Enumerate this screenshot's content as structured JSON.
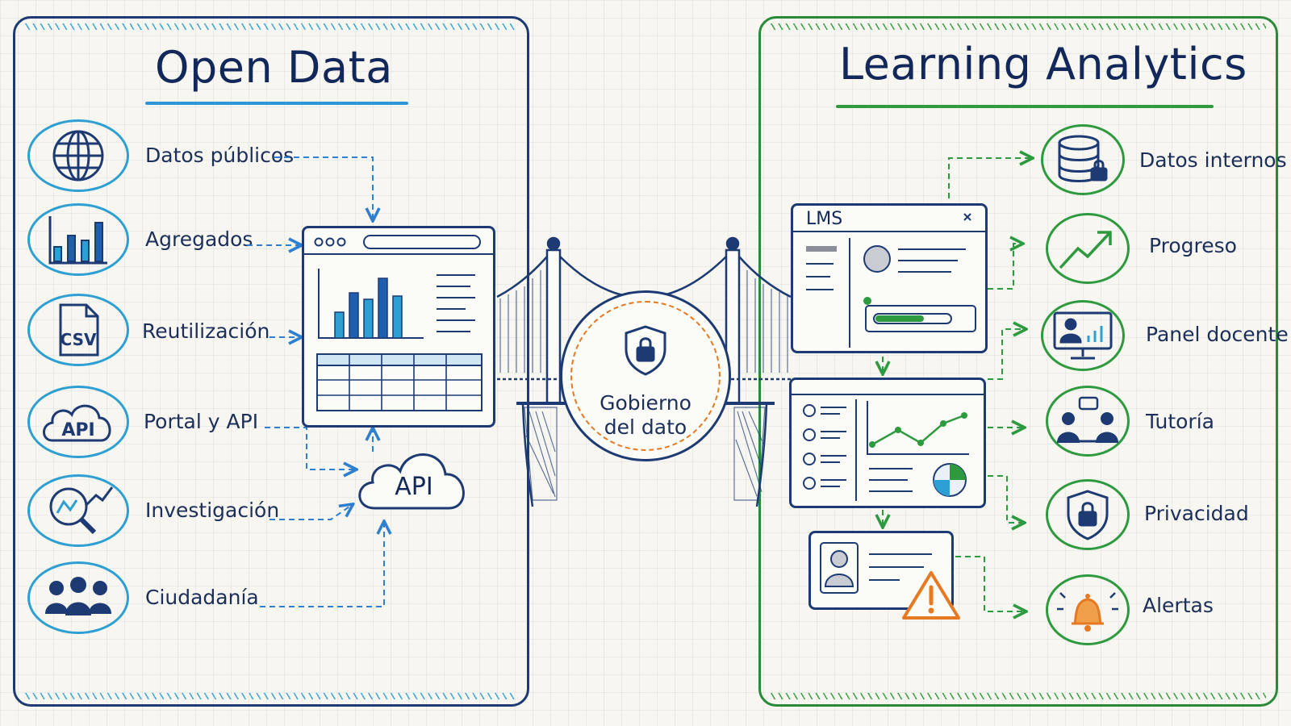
{
  "open_data": {
    "title": "Open Data",
    "items": [
      {
        "label": "Datos públicos",
        "icon": "globe-icon"
      },
      {
        "label": "Agregados",
        "icon": "bar-chart-icon"
      },
      {
        "label": "Reutilización",
        "icon": "csv-file-icon",
        "icon_text": "CSV"
      },
      {
        "label": "Portal y API",
        "icon": "api-cloud-icon",
        "icon_text": "API"
      },
      {
        "label": "Investigación",
        "icon": "magnifier-chart-icon"
      },
      {
        "label": "Ciudadanía",
        "icon": "people-icon"
      }
    ],
    "api_cloud_text": "API"
  },
  "hub": {
    "text_line1": "Gobierno",
    "text_line2": "del dato",
    "icon": "shield-lock-icon"
  },
  "learning_analytics": {
    "title": "Learning Analytics",
    "lms_label": "LMS",
    "items": [
      {
        "label": "Datos internos",
        "icon": "database-lock-icon"
      },
      {
        "label": "Progreso",
        "icon": "trend-up-icon"
      },
      {
        "label": "Panel docente",
        "icon": "monitor-dashboard-icon"
      },
      {
        "label": "Tutoría",
        "icon": "tutoring-icon"
      },
      {
        "label": "Privacidad",
        "icon": "shield-lock-icon"
      },
      {
        "label": "Alertas",
        "icon": "bell-icon"
      }
    ]
  },
  "colors": {
    "navy": "#1d3a73",
    "blue": "#2e9fd3",
    "green": "#2e9a3f",
    "orange": "#e67a22"
  }
}
